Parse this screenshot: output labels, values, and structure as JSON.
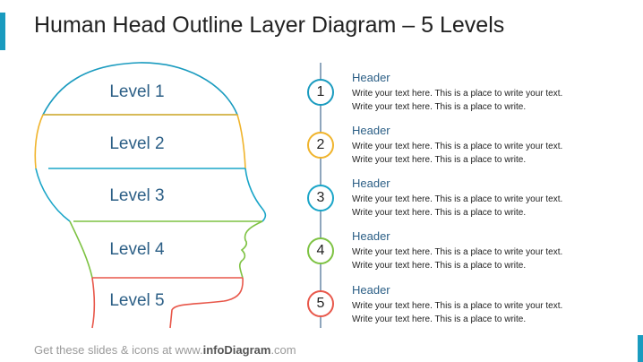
{
  "title": "Human Head Outline Layer Diagram – 5 Levels",
  "colors": {
    "level1": "#1a9bbf",
    "level2": "#f0b42c",
    "level3": "#1aa5c8",
    "level4": "#7dc242",
    "level5": "#e8574a",
    "label": "#2c5f86",
    "timeline": "#8fa6bd"
  },
  "levels": [
    {
      "label": "Level 1",
      "number": "1",
      "color": "#1a9bbf"
    },
    {
      "label": "Level 2",
      "number": "2",
      "color": "#f0b42c"
    },
    {
      "label": "Level 3",
      "number": "3",
      "color": "#1aa5c8"
    },
    {
      "label": "Level 4",
      "number": "4",
      "color": "#7dc242"
    },
    {
      "label": "Level 5",
      "number": "5",
      "color": "#e8574a"
    }
  ],
  "steps": [
    {
      "header": "Header",
      "line1": "Write your text here. This is a place to write your text.",
      "line2": "Write your text here. This is a place to write."
    },
    {
      "header": "Header",
      "line1": "Write your text here. This is a place to write your text.",
      "line2": "Write your text here. This is a place to write."
    },
    {
      "header": "Header",
      "line1": "Write your text here. This is a place to write your text.",
      "line2": "Write your text here. This is a place to write."
    },
    {
      "header": "Header",
      "line1": "Write your text here. This is a place to write your text.",
      "line2": "Write your text here. This is a place to write."
    },
    {
      "header": "Header",
      "line1": "Write your text here. This is a place to write your text.",
      "line2": "Write your text here. This is a place to write."
    }
  ],
  "footer": {
    "prefix": "Get these slides & icons at www.",
    "brand": "infoDiagram",
    "suffix": ".com"
  }
}
